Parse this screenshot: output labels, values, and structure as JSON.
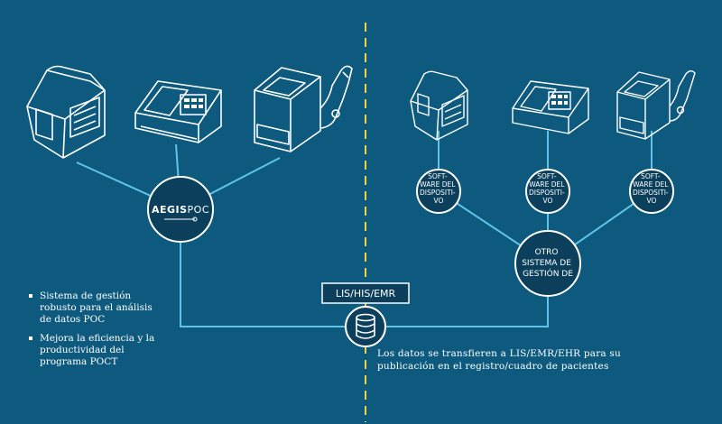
{
  "hub_left": {
    "logo_text_bold": "AEGIS",
    "logo_text_light": "POC"
  },
  "hub_right": {
    "lines": [
      "OTRO",
      "SISTEMA DE",
      "GESTIÓN DE"
    ]
  },
  "device_software": {
    "lines": [
      "SOFT-",
      "WARE DEL",
      "DISPOSITI-",
      "VO"
    ]
  },
  "lis_label": "LIS/HIS/EMR",
  "bullets": [
    "Sistema de gestión robusto para el análisis de datos POC",
    "Mejora la eficiencia y la productividad del programa POCT"
  ],
  "caption": "Los datos se transfieren a LIS/EMR/EHR para su publicación en el registro/cuadro de pacientes",
  "colors": {
    "background": "#0d5a7e",
    "line": "#5fc4e8",
    "divider": "#f2d33a",
    "node_fill": "#0b3f5c",
    "stroke": "#ffffff"
  },
  "icons": [
    "analyzer-device-icon",
    "reader-device-icon",
    "handheld-device-icon",
    "database-icon"
  ]
}
